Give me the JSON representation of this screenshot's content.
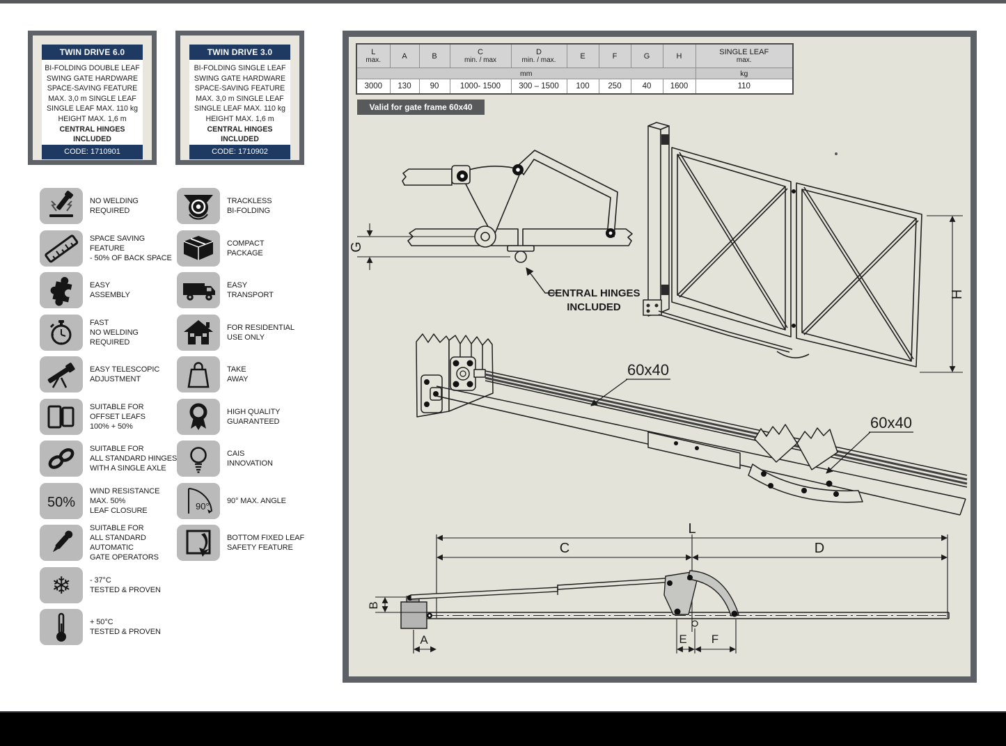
{
  "cards": [
    {
      "title": "TWIN DRIVE 6.0",
      "lines": "BI-FOLDING DOUBLE LEAF\nSWING GATE HARDWARE\nSPACE-SAVING FEATURE\nMAX. 3,0 m SINGLE LEAF\nSINGLE LEAF MAX. 110 kg\nHEIGHT MAX. 1,6 m",
      "last_line": "CENTRAL HINGES INCLUDED",
      "code": "CODE: 1710901"
    },
    {
      "title": "TWIN DRIVE 3.0",
      "lines": "BI-FOLDING SINGLE LEAF\nSWING GATE HARDWARE\nSPACE-SAVING FEATURE\nMAX. 3,0 m SINGLE LEAF\nSINGLE LEAF MAX. 110 kg\nHEIGHT MAX. 1,6 m",
      "last_line": "CENTRAL HINGES INCLUDED",
      "code": "CODE: 1710902"
    }
  ],
  "features_col1": [
    {
      "label": "NO WELDING\nREQUIRED"
    },
    {
      "label": "SPACE SAVING\nFEATURE\n- 50% OF BACK SPACE"
    },
    {
      "label": "EASY\nASSEMBLY"
    },
    {
      "label": "FAST\nNO WELDING\nREQUIRED"
    },
    {
      "label": "EASY TELESCOPIC\nADJUSTMENT"
    },
    {
      "label": "SUITABLE FOR\nOFFSET LEAFS\n100% + 50%"
    },
    {
      "label": "SUITABLE FOR\nALL STANDARD HINGES\nWITH A SINGLE AXLE"
    },
    {
      "icon_text": "50%",
      "label": "WIND RESISTANCE\nMAX. 50%\nLEAF CLOSURE"
    },
    {
      "label": "SUITABLE FOR\nALL STANDARD\nAUTOMATIC\nGATE OPERATORS"
    },
    {
      "icon_text": "❄",
      "label": "- 37°C\nTESTED & PROVEN"
    },
    {
      "label": "+ 50°C\nTESTED & PROVEN"
    }
  ],
  "features_col2": [
    {
      "label": "TRACKLESS\nBI-FOLDING"
    },
    {
      "label": "COMPACT\nPACKAGE"
    },
    {
      "label": "EASY\nTRANSPORT"
    },
    {
      "label": "FOR RESIDENTIAL\nUSE ONLY"
    },
    {
      "label": "TAKE\nAWAY"
    },
    {
      "label": "HIGH QUALITY\nGUARANTEED"
    },
    {
      "label": "CAIS\nINNOVATION"
    },
    {
      "icon_text": "90°",
      "label": "90° MAX. ANGLE"
    },
    {
      "label": "BOTTOM FIXED LEAF\nSAFETY FEATURE"
    }
  ],
  "spec_table": {
    "headers": [
      {
        "top": "L",
        "bottom": "max."
      },
      {
        "top": "A",
        "bottom": ""
      },
      {
        "top": "B",
        "bottom": ""
      },
      {
        "top": "C",
        "bottom": "min. / max"
      },
      {
        "top": "D",
        "bottom": "min. / max."
      },
      {
        "top": "E",
        "bottom": ""
      },
      {
        "top": "F",
        "bottom": ""
      },
      {
        "top": "G",
        "bottom": ""
      },
      {
        "top": "H",
        "bottom": ""
      },
      {
        "top": "SINGLE LEAF",
        "bottom": "max."
      }
    ],
    "units": {
      "mm": "mm",
      "kg": "kg"
    },
    "values": [
      "3000",
      "130",
      "90",
      "1000- 1500",
      "300 – 1500",
      "100",
      "250",
      "40",
      "1600",
      "110"
    ]
  },
  "panel": {
    "badge": "Valid for gate frame 60x40",
    "labels": {
      "g": "G",
      "h": "H",
      "l": "L",
      "c": "C",
      "d": "D",
      "a": "A",
      "b": "B",
      "e": "E",
      "f": "F",
      "rail_size_1": "60x40",
      "rail_size_2": "60x40",
      "hinges_note_1": "CENTRAL HINGES",
      "hinges_note_2": "INCLUDED"
    }
  },
  "colors": {
    "navy": "#1e3a62",
    "panel_border": "#5d6064",
    "panel_bg": "#e3e3da",
    "icon_bg": "#b9bab9",
    "card_border": "#5f6266",
    "badge_bg": "#58595b"
  }
}
